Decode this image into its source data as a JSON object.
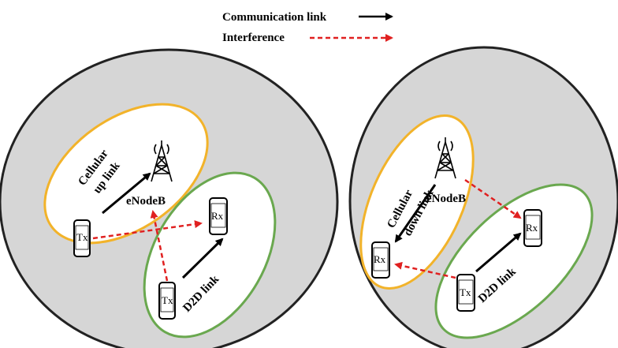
{
  "legend": {
    "communication_label": "Communication link",
    "interference_label": "Interference"
  },
  "left_panel": {
    "cellular_label": "Cellular up link",
    "cellular_label_line1": "Cellular",
    "cellular_label_line2": "up link",
    "base_station_label": "eNodeB",
    "d2d_label": "D2D link",
    "cellular_tx_label": "Tx",
    "d2d_rx_label": "Rx",
    "d2d_tx_label": "Tx"
  },
  "right_panel": {
    "cellular_label": "Cellular down link",
    "cellular_label_line1": "Cellular",
    "cellular_label_line2": "down link",
    "base_station_label": "eNodeB",
    "d2d_label": "D2D link",
    "cellular_rx_label": "Rx",
    "d2d_rx_label": "Rx",
    "d2d_tx_label": "Tx"
  },
  "colors": {
    "cell_fill": "#d6d6d6",
    "cellular_ellipse": "#f2b32a",
    "d2d_ellipse": "#6aa84f",
    "communication": "#000000",
    "interference": "#e02020"
  }
}
